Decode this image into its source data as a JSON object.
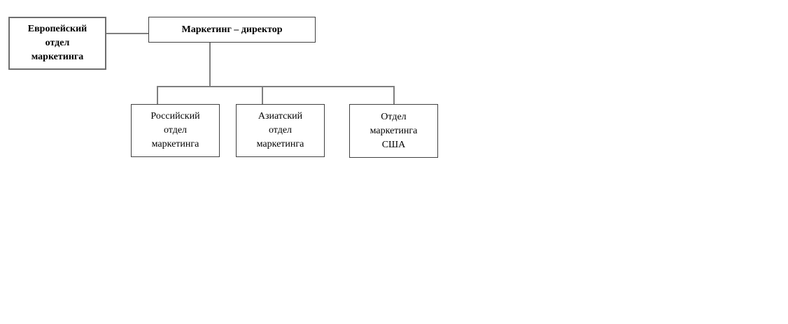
{
  "diagram": {
    "type": "org-chart",
    "nodes": {
      "european": {
        "label": "Европейский\nотдел\nмаркетинга"
      },
      "director": {
        "label": "Маркетинг – директор"
      },
      "russian": {
        "label": "Российский\nотдел\nмаркетинга"
      },
      "asian": {
        "label": "Азиатский\nотдел\nмаркетинга"
      },
      "usa": {
        "label": "Отдел\nмаркетинга\nСША"
      }
    },
    "edges": [
      {
        "from": "european",
        "to": "director"
      },
      {
        "from": "director",
        "to": "russian"
      },
      {
        "from": "director",
        "to": "asian"
      },
      {
        "from": "director",
        "to": "usa"
      }
    ],
    "colors": {
      "background": "#ffffff",
      "box_border": "#404040",
      "european_box_border": "#6e6e6e",
      "connector": "#7f7f7f",
      "text": "#000000"
    }
  }
}
